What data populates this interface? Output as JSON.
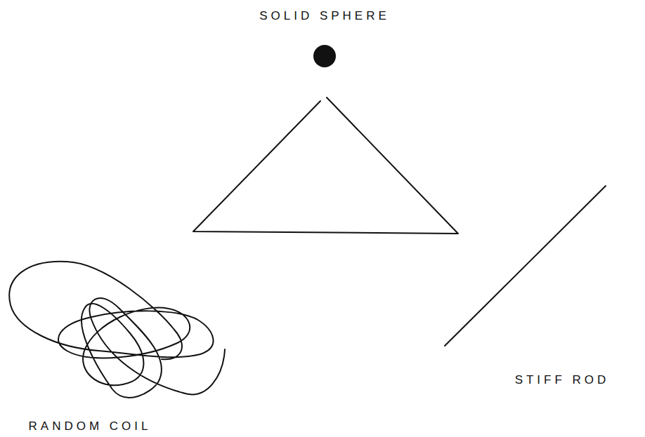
{
  "diagram": {
    "labels": [
      "SOLID SPHERE",
      "STIFF ROD",
      "RANDOM COIL"
    ]
  }
}
